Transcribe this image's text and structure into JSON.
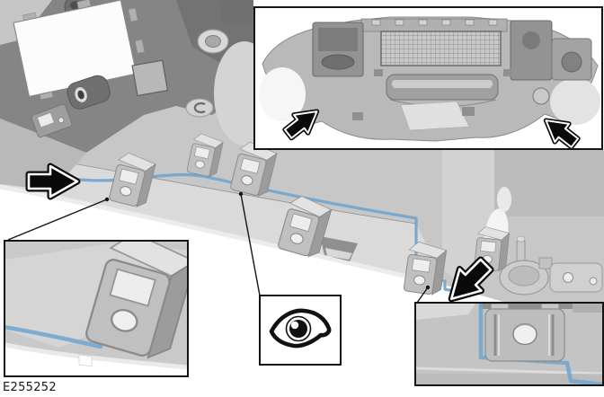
{
  "figure": {
    "id_label": "E255252"
  },
  "colors": {
    "background": "#ffffff",
    "routing_line": "#74a7cd",
    "callout_border": "#151515",
    "arrow_fill": "#0a0a0a",
    "arrow_halo": "#ffffff",
    "panel_base": "#c7c7c7",
    "panel_band": "#dadada",
    "panel_dark": "#858585",
    "panel_darker": "#6f6f6f",
    "edge_highlight": "#ececec"
  },
  "main_view": {
    "label": "bumper-cover-inner-side",
    "routing_clips": 6,
    "arrows": [
      {
        "name": "front-left-clip-arrow",
        "direction": "right"
      },
      {
        "name": "front-right-clip-arrow",
        "direction": "down-left"
      }
    ]
  },
  "insets": {
    "assembly_overview": {
      "label": "front-bumper-assembly-rear-view",
      "arrows": [
        {
          "name": "overview-left-arrow",
          "direction": "up-right"
        },
        {
          "name": "overview-right-arrow",
          "direction": "up-left"
        }
      ]
    },
    "clip_detail_left": {
      "label": "routing-clip-detail-zoom"
    },
    "clip_detail_right": {
      "label": "routing-clip-detail-zoom"
    }
  },
  "eye_callout": {
    "icon": "visual-inspection-eye-icon"
  }
}
